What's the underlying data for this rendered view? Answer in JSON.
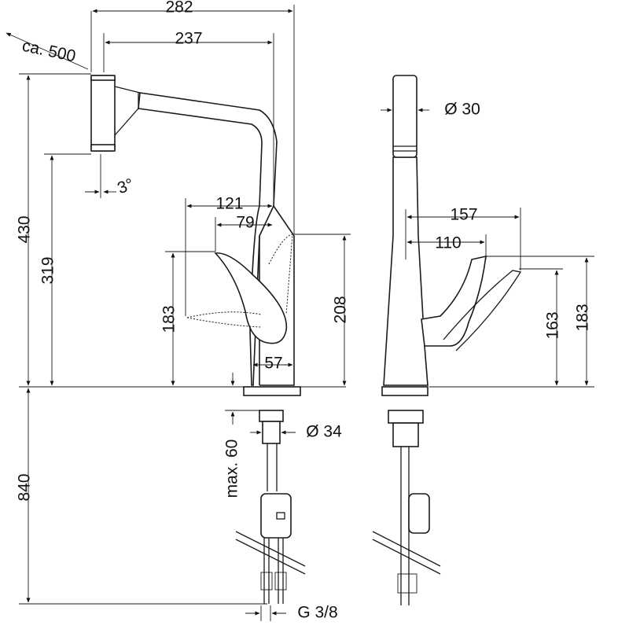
{
  "dimensions": {
    "overall_width": "282",
    "spout_reach": "237",
    "hose_length": "ca. 500",
    "height_total": "430",
    "height_spout_outlet": "319",
    "spout_tilt": "3°",
    "lever_reach": "121",
    "lever_reach_short": "79",
    "lever_swing_height": "183",
    "handle_height": "208",
    "base_width": "57",
    "max_deck_thickness": "max. 60",
    "mounting_diameter": "Ø 34",
    "below_deck_length": "840",
    "connection_thread": "G 3/8",
    "spout_diameter": "Ø 30",
    "lever_projection": "157",
    "lever_projection_short": "110",
    "side_lever_height": "163",
    "side_lever_height_max": "183"
  }
}
